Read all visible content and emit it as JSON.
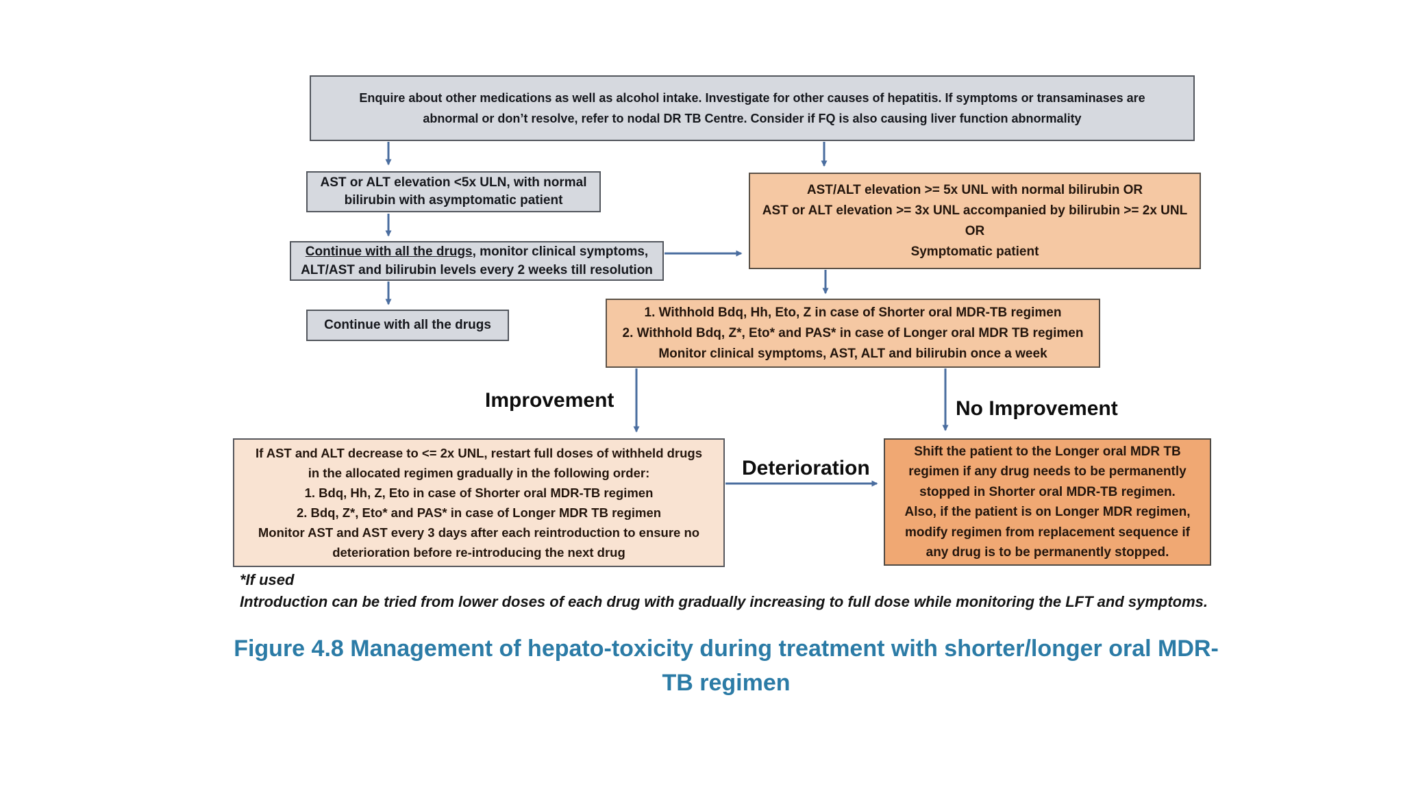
{
  "figure": {
    "caption_line1": "Figure 4.8 Management of hepato-toxicity during treatment with shorter/longer oral MDR-",
    "caption_line2": "TB regimen",
    "footnote_line1": "*If used",
    "footnote_line2": "Introduction can be tried from lower doses of each drug with gradually increasing to full dose while monitoring the LFT and symptoms."
  },
  "flowchart": {
    "enquire_box": {
      "lines": [
        "Enquire about other medications as well as alcohol intake. Investigate for other causes of hepatitis. If symptoms or transaminases are",
        "abnormal or don’t resolve, refer to nodal DR TB Centre. Consider if FQ is also causing liver function abnormality"
      ]
    },
    "mild_box": {
      "lines": [
        "AST or ALT elevation <5x ULN, with normal",
        "bilirubin with asymptomatic patient"
      ]
    },
    "monitor_box": {
      "underlined": "Continue with all the drugs",
      "line1_rest": ", monitor clinical symptoms,",
      "line2": "ALT/AST and bilirubin levels every 2 weeks till resolution"
    },
    "continue_box": {
      "text": "Continue with all the drugs"
    },
    "severe_box": {
      "lines": [
        "AST/ALT elevation >= 5x UNL with normal bilirubin OR",
        "AST or ALT elevation >= 3x UNL accompanied by bilirubin >= 2x UNL",
        "OR",
        "Symptomatic patient"
      ]
    },
    "withhold_box": {
      "lines": [
        "1. Withhold Bdq, Hh, Eto, Z in case of Shorter oral MDR-TB regimen",
        "2. Withhold Bdq, Z*, Eto* and PAS* in case of Longer oral MDR TB regimen",
        "Monitor clinical symptoms, AST, ALT and bilirubin once a week"
      ]
    },
    "restart_box": {
      "lines": [
        "If AST and ALT decrease to <= 2x UNL, restart full doses of withheld drugs",
        "in the allocated regimen gradually in the following order:",
        "1. Bdq, Hh, Z, Eto in case of Shorter oral MDR-TB regimen",
        "2. Bdq, Z*, Eto* and PAS* in case of Longer MDR TB regimen",
        "Monitor AST and AST every 3 days after each reintroduction to ensure no",
        "deterioration before re-introducing the next drug"
      ]
    },
    "shift_box": {
      "lines": [
        "Shift the patient to the Longer oral MDR TB",
        "regimen if any drug needs to be permanently",
        "stopped in Shorter oral MDR-TB regimen.",
        "Also, if the patient is on Longer MDR regimen,",
        "modify regimen from replacement sequence if",
        "any drug is to be permanently stopped."
      ]
    },
    "labels": {
      "improvement": "Improvement",
      "no_improvement": "No Improvement",
      "deterioration": "Deterioration"
    }
  },
  "colors": {
    "gray_box_bg": "#d6d9df",
    "gray_box_border": "#51555c",
    "peach_box_bg": "#f5c8a3",
    "light_peach_box_bg": "#f9e3d2",
    "orange_box_bg": "#f0a873",
    "arrow_blue": "#4a6d9f",
    "caption_teal": "#2b7ba6",
    "text_dark": "#15171c",
    "text_brown": "#23150c"
  }
}
